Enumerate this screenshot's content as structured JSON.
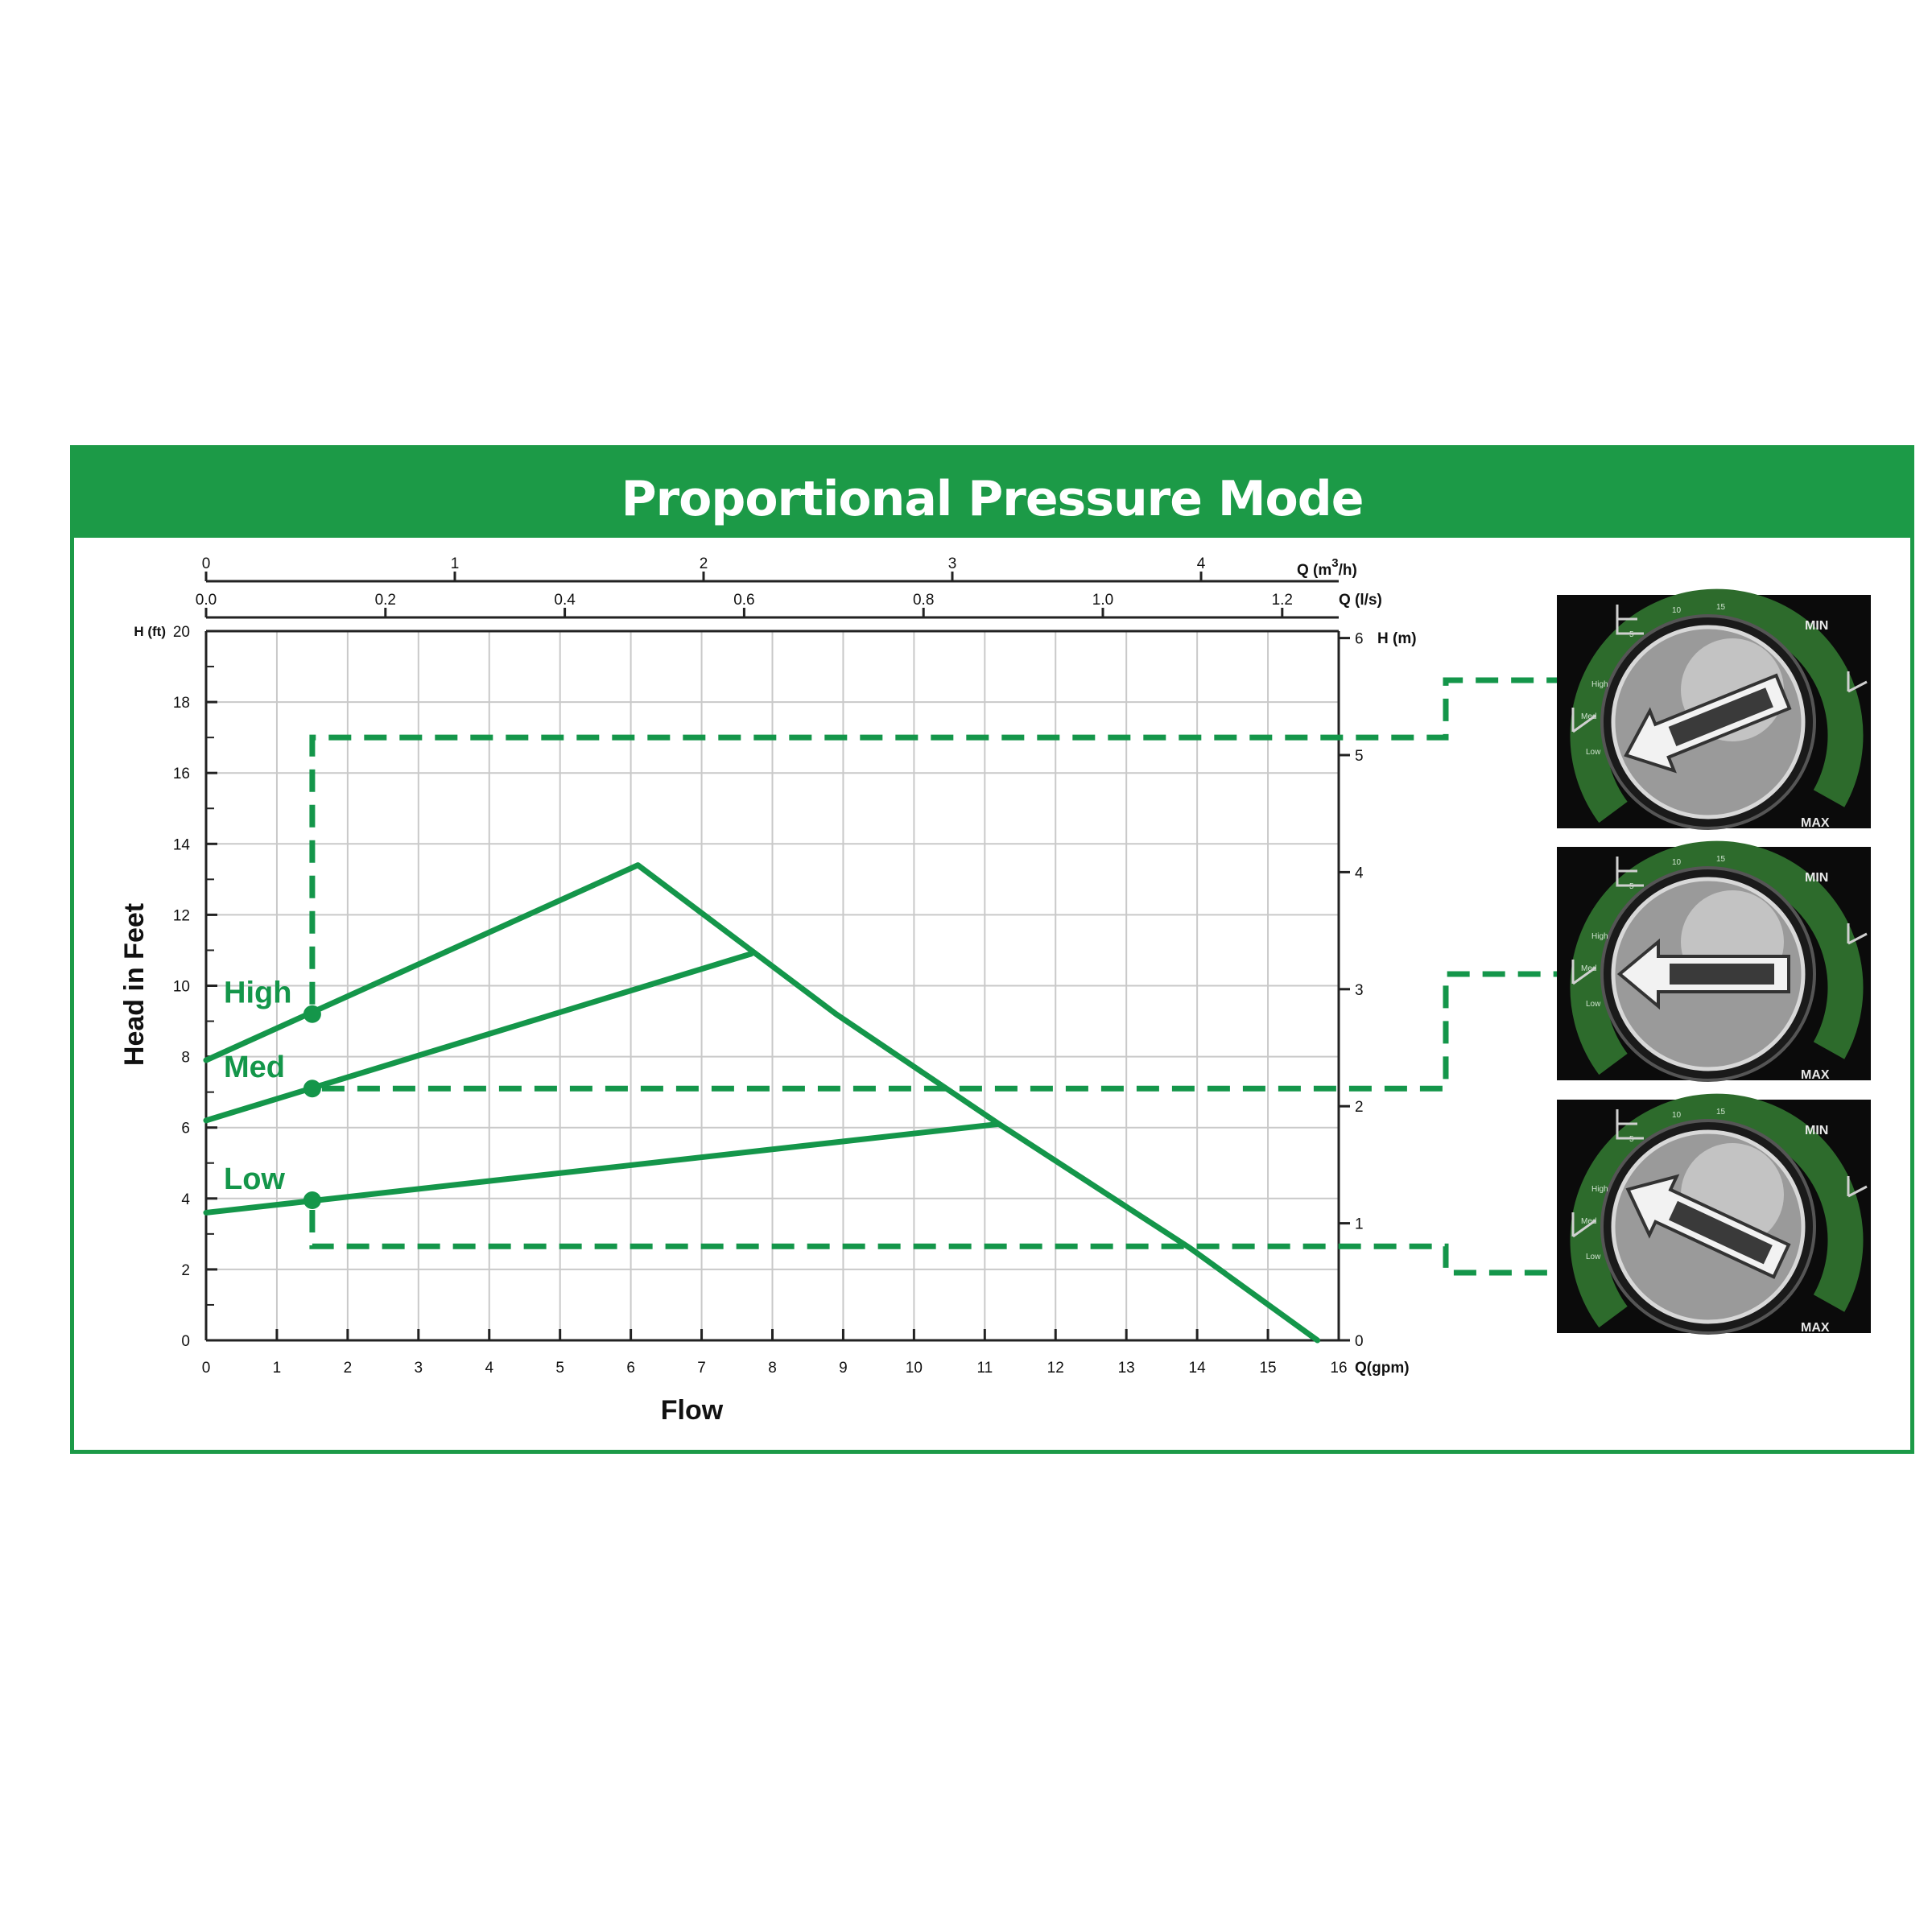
{
  "title": "Proportional Pressure Mode",
  "colors": {
    "brand_green": "#1c9a47",
    "curve_green": "#14964a",
    "dial_bg": "#0b0b0b",
    "dial_ring": "#2d6b2c"
  },
  "chart_data": {
    "type": "line",
    "title": "Proportional Pressure Mode",
    "xlabel": "Flow",
    "ylabel": "Head in Feet",
    "x_unit_label": "Q(gpm)",
    "xlim": [
      0,
      16
    ],
    "ylim": [
      0,
      20
    ],
    "x_ticks": [
      "0",
      "1",
      "2",
      "3",
      "4",
      "5",
      "6",
      "7",
      "8",
      "9",
      "10",
      "11",
      "12",
      "13",
      "14",
      "15",
      "16"
    ],
    "y_ticks": [
      "0",
      "2",
      "4",
      "6",
      "8",
      "10",
      "12",
      "14",
      "16",
      "18",
      "20"
    ],
    "y_unit_label": "H (ft)",
    "right_axis": {
      "label": "H (m)",
      "ticks": [
        "0",
        "1",
        "2",
        "3",
        "4",
        "5",
        "6"
      ]
    },
    "top_axis_ls": {
      "label": "Q (l/s)",
      "ticks": [
        "0.0",
        "0.2",
        "0.4",
        "0.6",
        "0.8",
        "1.0",
        "1.2"
      ]
    },
    "top_axis_m3h": {
      "label_prefix": "Q (m",
      "label_sup": "3",
      "label_suffix": "/h)",
      "ticks": [
        "0",
        "1",
        "2",
        "3",
        "4"
      ]
    },
    "grid": true,
    "series": [
      {
        "name": "High",
        "x": [
          0,
          6.1
        ],
        "y": [
          7.9,
          13.4
        ]
      },
      {
        "name": "Med",
        "x": [
          0,
          7.7
        ],
        "y": [
          6.2,
          10.9
        ]
      },
      {
        "name": "Low",
        "x": [
          0,
          11.2
        ],
        "y": [
          3.6,
          6.1
        ]
      },
      {
        "name": "",
        "x": [
          6.1,
          8.9,
          11.2,
          13.9,
          15.7
        ],
        "y": [
          13.4,
          9.2,
          6.1,
          2.6,
          0
        ]
      }
    ],
    "points": [
      {
        "label": "High",
        "x": 1.5,
        "y": 9.2
      },
      {
        "label": "Med",
        "x": 1.5,
        "y": 7.1
      },
      {
        "label": "Low",
        "x": 1.5,
        "y": 3.95
      }
    ],
    "guides": [
      {
        "for": "High",
        "y_level": 17.0,
        "dial": 0
      },
      {
        "for": "Med",
        "y_level": 7.1,
        "dial": 1
      },
      {
        "for": "Low",
        "y_level": 2.65,
        "dial": 2
      }
    ]
  },
  "dials": [
    {
      "name": "high-setting-dial",
      "angle": -22,
      "labels": {
        "min": "MIN",
        "max": "MAX",
        "high": "High",
        "med": "Med",
        "low": "Low",
        "s1": "5",
        "s2": "10",
        "s3": "15"
      }
    },
    {
      "name": "med-setting-dial",
      "angle": 0,
      "labels": {
        "min": "MIN",
        "max": "MAX",
        "high": "High",
        "med": "Med",
        "low": "Low",
        "s1": "5",
        "s2": "10",
        "s3": "15"
      }
    },
    {
      "name": "low-setting-dial",
      "angle": 25,
      "labels": {
        "min": "MIN",
        "max": "MAX",
        "high": "High",
        "med": "Med",
        "low": "Low",
        "s1": "5",
        "s2": "10",
        "s3": "15"
      }
    }
  ]
}
